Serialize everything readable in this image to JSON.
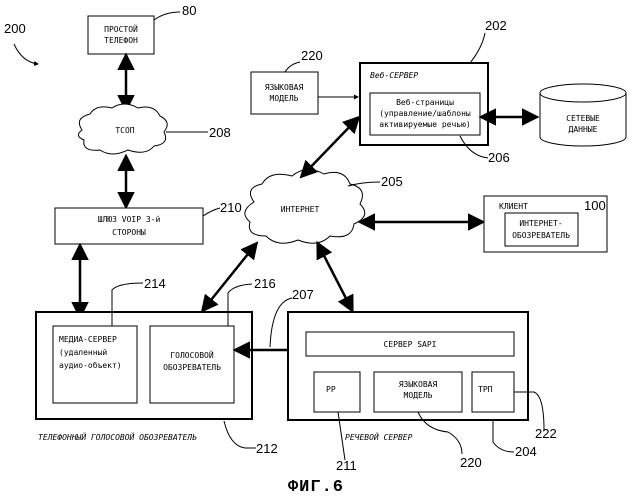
{
  "figure_label": "ФИГ.6",
  "refs": {
    "r200": "200",
    "r80": "80",
    "r202": "202",
    "r220a": "220",
    "r206": "206",
    "r208": "208",
    "r205": "205",
    "r100": "100",
    "r210": "210",
    "r214": "214",
    "r216": "216",
    "r207": "207",
    "r212": "212",
    "r211": "211",
    "r220b": "220",
    "r204": "204",
    "r222": "222"
  },
  "nodes": {
    "phone": [
      "ПРОСТОЙ",
      "ТЕЛЕФОН"
    ],
    "pstn": "ТСОП",
    "gateway": [
      "ШЛЮЗ VOIP 3-й",
      "СТОРОНЫ"
    ],
    "internet": "ИНТЕРНЕТ",
    "lang_model": [
      "ЯЗЫКОВАЯ",
      "МОДЕЛЬ"
    ],
    "web_server_title": "Веб-СЕРВЕР",
    "web_pages": [
      "Веб-страницы",
      "(управление/шаблоны",
      "активируемые речью)"
    ],
    "net_data": [
      "СЕТЕВЫЕ",
      "ДАННЫЕ"
    ],
    "client_title": "КЛИЕНТ",
    "inet_browser": [
      "ИНТЕРНЕТ-",
      "ОБОЗРЕВАТЕЛЬ"
    ],
    "media_server": [
      "МЕДИА-СЕРВЕР",
      "(удаленный",
      "аудио-объект)"
    ],
    "voice_browser": [
      "ГОЛОСОВОЙ",
      "ОБОЗРЕВАТЕЛЬ"
    ],
    "telephony_caption": "ТЕЛЕФОННЫЙ ГОЛОСОВОЙ ОБОЗРЕВАТЕЛЬ",
    "sapi": "СЕРВЕР SAPI",
    "rr": "РР",
    "lang_model2": [
      "ЯЗЫКОВАЯ",
      "МОДЕЛЬ"
    ],
    "trp": "ТРП",
    "speech_caption": "РЕЧЕВОЙ СЕРВЕР"
  }
}
